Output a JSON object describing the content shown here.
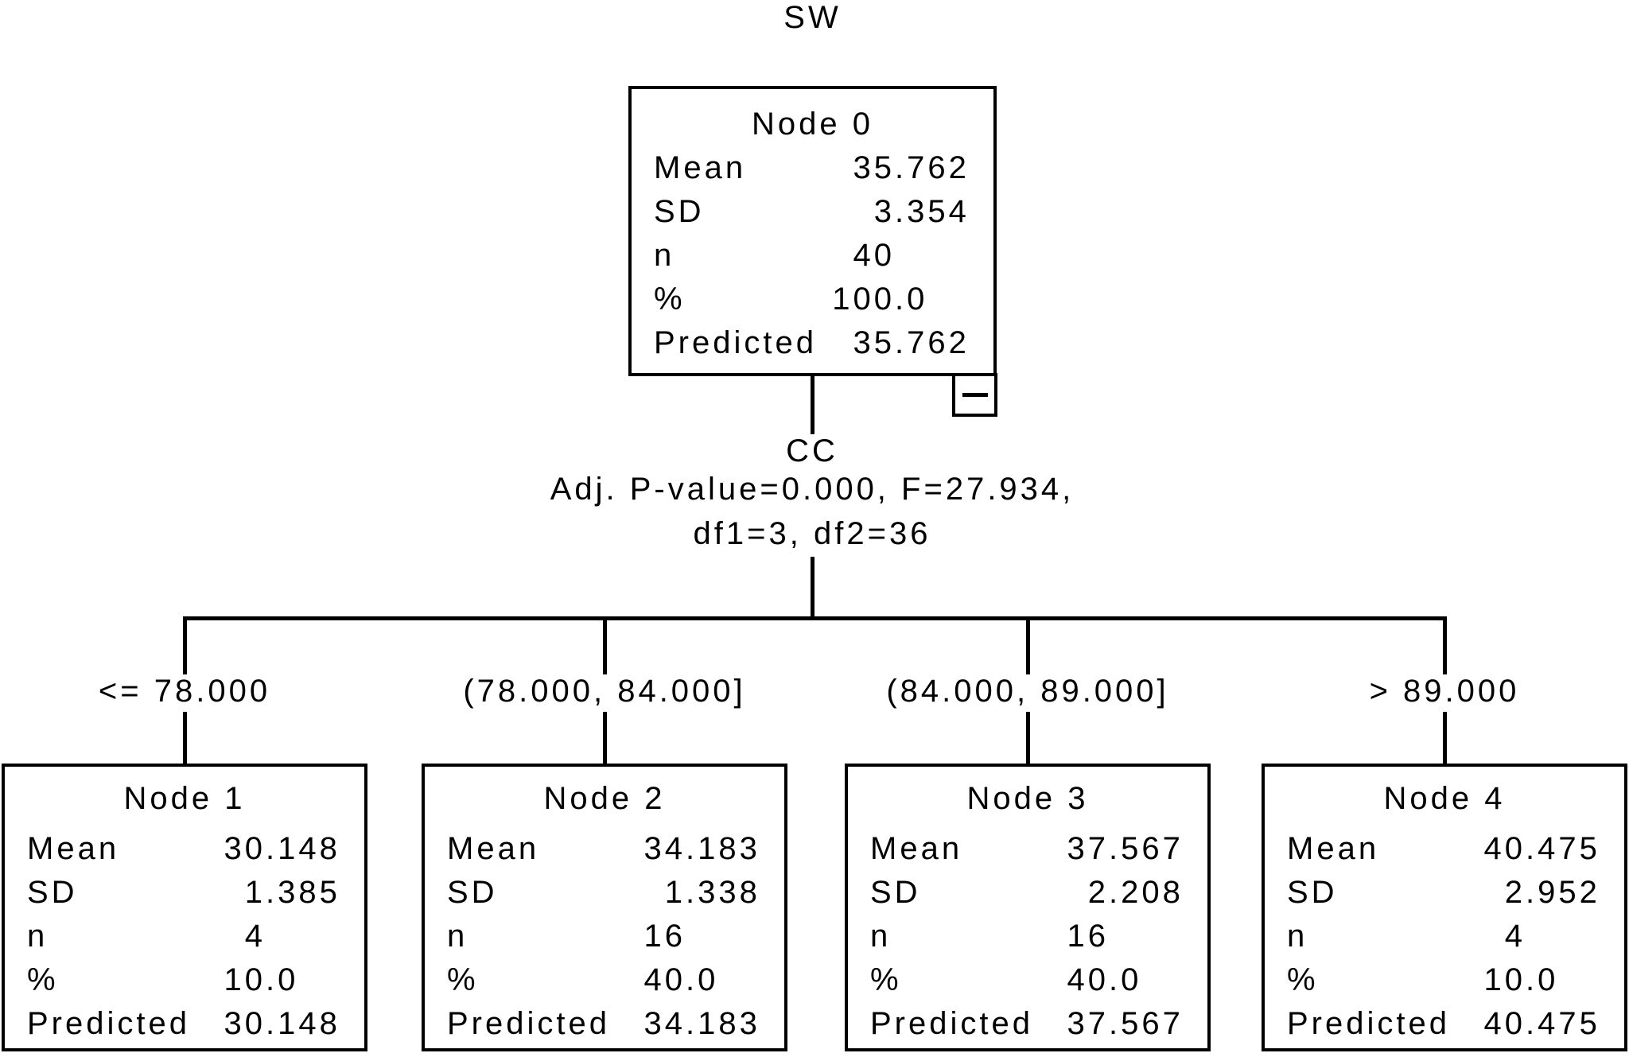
{
  "tree": {
    "title": "SW",
    "split": {
      "variable": "CC",
      "stats_line1": "Adj. P-value=0.000, F=27.934,",
      "stats_line2": "df1=3, df2=36"
    },
    "collapse_button": {
      "glyph": "minus"
    },
    "root": {
      "title": "Node 0",
      "rows": [
        {
          "label": "Mean",
          "int": "35",
          "frac": ".762"
        },
        {
          "label": "SD",
          "int": "3",
          "frac": ".354"
        },
        {
          "label": "n",
          "int": "40",
          "frac": ""
        },
        {
          "label": "%",
          "int": "100",
          "frac": ".0"
        },
        {
          "label": "Predicted",
          "int": "35",
          "frac": ".762"
        }
      ]
    },
    "children": [
      {
        "title": "Node 1",
        "branch_label": "<= 78.000",
        "rows": [
          {
            "label": "Mean",
            "int": "30",
            "frac": ".148"
          },
          {
            "label": "SD",
            "int": "1",
            "frac": ".385"
          },
          {
            "label": "n",
            "int": "4",
            "frac": ""
          },
          {
            "label": "%",
            "int": "10",
            "frac": ".0"
          },
          {
            "label": "Predicted",
            "int": "30",
            "frac": ".148"
          }
        ]
      },
      {
        "title": "Node 2",
        "branch_label": "(78.000, 84.000]",
        "rows": [
          {
            "label": "Mean",
            "int": "34",
            "frac": ".183"
          },
          {
            "label": "SD",
            "int": "1",
            "frac": ".338"
          },
          {
            "label": "n",
            "int": "16",
            "frac": ""
          },
          {
            "label": "%",
            "int": "40",
            "frac": ".0"
          },
          {
            "label": "Predicted",
            "int": "34",
            "frac": ".183"
          }
        ]
      },
      {
        "title": "Node 3",
        "branch_label": "(84.000, 89.000]",
        "rows": [
          {
            "label": "Mean",
            "int": "37",
            "frac": ".567"
          },
          {
            "label": "SD",
            "int": "2",
            "frac": ".208"
          },
          {
            "label": "n",
            "int": "16",
            "frac": ""
          },
          {
            "label": "%",
            "int": "40",
            "frac": ".0"
          },
          {
            "label": "Predicted",
            "int": "37",
            "frac": ".567"
          }
        ]
      },
      {
        "title": "Node 4",
        "branch_label": "> 89.000",
        "rows": [
          {
            "label": "Mean",
            "int": "40",
            "frac": ".475"
          },
          {
            "label": "SD",
            "int": "2",
            "frac": ".952"
          },
          {
            "label": "n",
            "int": "4",
            "frac": ""
          },
          {
            "label": "%",
            "int": "10",
            "frac": ".0"
          },
          {
            "label": "Predicted",
            "int": "40",
            "frac": ".475"
          }
        ]
      }
    ]
  }
}
